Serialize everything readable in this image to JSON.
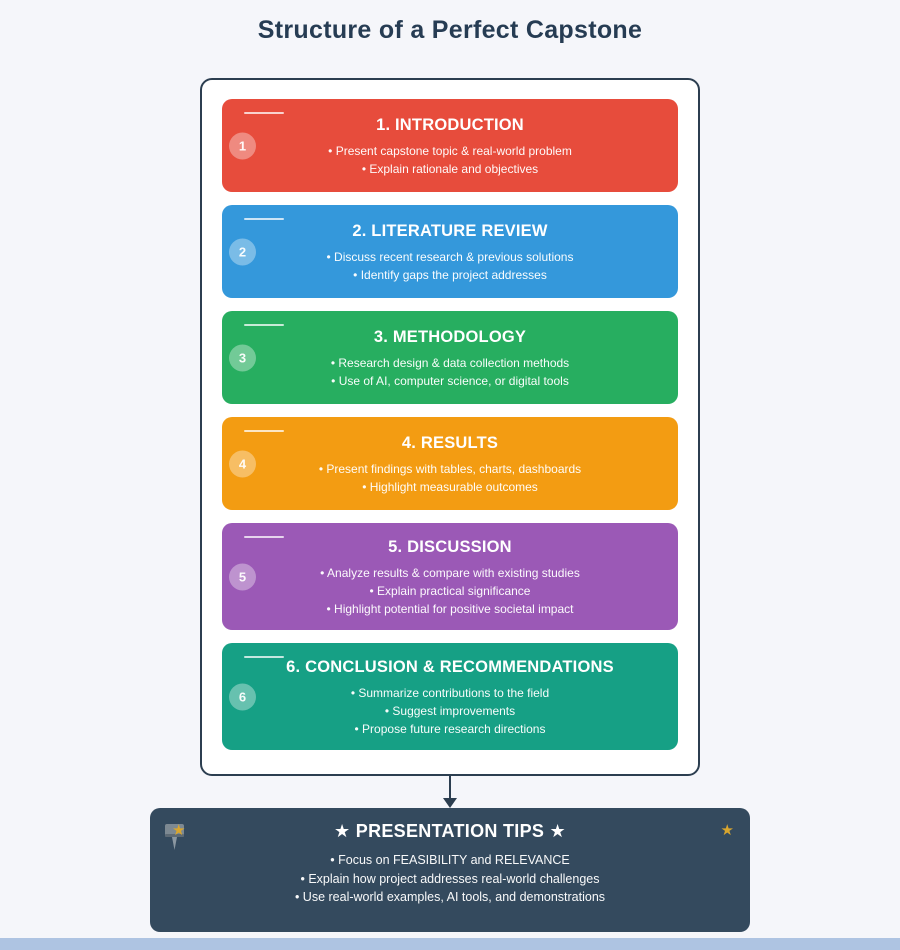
{
  "page": {
    "title": "Structure of a Perfect Capstone"
  },
  "colors": {
    "background": "#f5f6fa",
    "container_border": "#2c3e50",
    "tips_background": "#344a5e",
    "corner_star": "#d9a62e",
    "bottom_strip": "#aec4e2"
  },
  "sections": [
    {
      "number": "1",
      "title": "1. INTRODUCTION",
      "color": "#e74c3c",
      "bullets": [
        "• Present capstone topic & real-world problem",
        "• Explain rationale and objectives"
      ]
    },
    {
      "number": "2",
      "title": "2. LITERATURE REVIEW",
      "color": "#3498db",
      "bullets": [
        "• Discuss recent research & previous solutions",
        "• Identify gaps the project addresses"
      ]
    },
    {
      "number": "3",
      "title": "3. METHODOLOGY",
      "color": "#27ae60",
      "bullets": [
        "• Research design & data collection methods",
        "• Use of AI, computer science, or digital tools"
      ]
    },
    {
      "number": "4",
      "title": "4. RESULTS",
      "color": "#f39c12",
      "bullets": [
        "• Present findings with tables, charts, dashboards",
        "• Highlight measurable outcomes"
      ]
    },
    {
      "number": "5",
      "title": "5. DISCUSSION",
      "color": "#9b59b6",
      "bullets": [
        "• Analyze results & compare with existing studies",
        "• Explain practical significance",
        "• Highlight potential for positive societal impact"
      ]
    },
    {
      "number": "6",
      "title": "6. CONCLUSION & RECOMMENDATIONS",
      "color": "#16a085",
      "bullets": [
        "• Summarize contributions to the field",
        "• Suggest improvements",
        "• Propose future research directions"
      ]
    }
  ],
  "tips": {
    "title": "★ PRESENTATION TIPS ★",
    "corner_star": "★",
    "bullets": [
      "• Focus on FEASIBILITY and RELEVANCE",
      "• Explain how project addresses real-world challenges",
      "• Use real-world examples, AI tools, and demonstrations"
    ]
  }
}
